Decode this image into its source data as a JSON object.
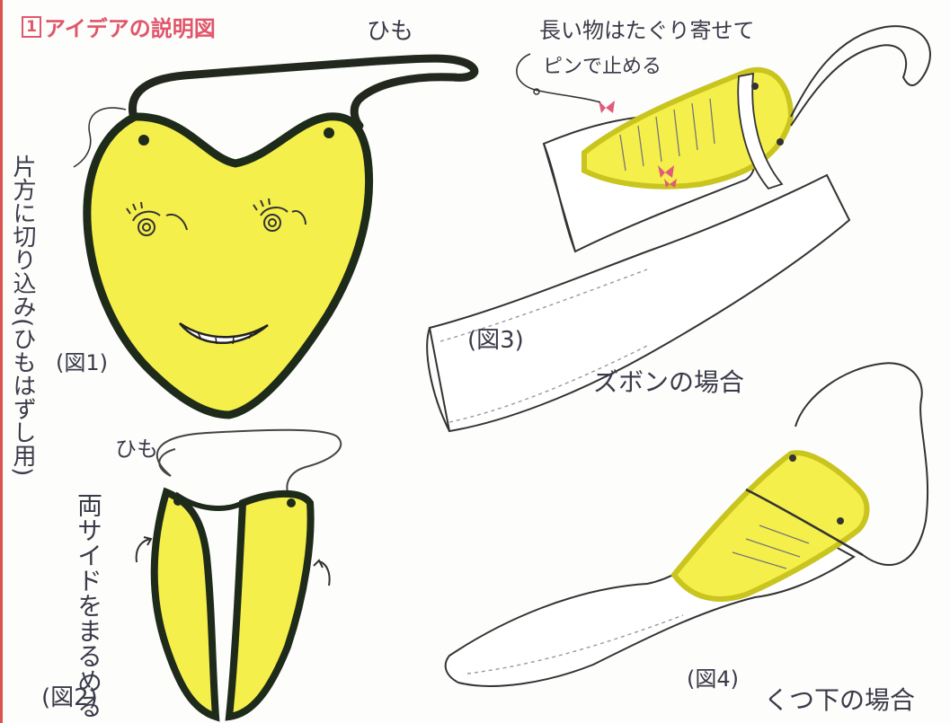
{
  "title": {
    "number": "1",
    "text": "アイデアの説明図"
  },
  "labels": {
    "himo_top": "ひも",
    "himo_mid": "ひも",
    "side_notch": "片方に切り込み(ひもはずし用)",
    "fig1": "(図1)",
    "fig2": "(図2)",
    "fig3": "(図3)",
    "fig4": "(図4)",
    "roll_sides": "両サイドをまるめる",
    "gather_line1": "長い物はたぐり寄せて",
    "gather_line2": "ピンで止める",
    "zubon": "ズボンの場合",
    "kutsushita": "くつ下の場合"
  },
  "colors": {
    "fill": "#f4ef4a",
    "outline": "#1e2a1a",
    "ink": "#3a3a4a",
    "title": "#e0566b",
    "pin": "#e05a7a"
  }
}
